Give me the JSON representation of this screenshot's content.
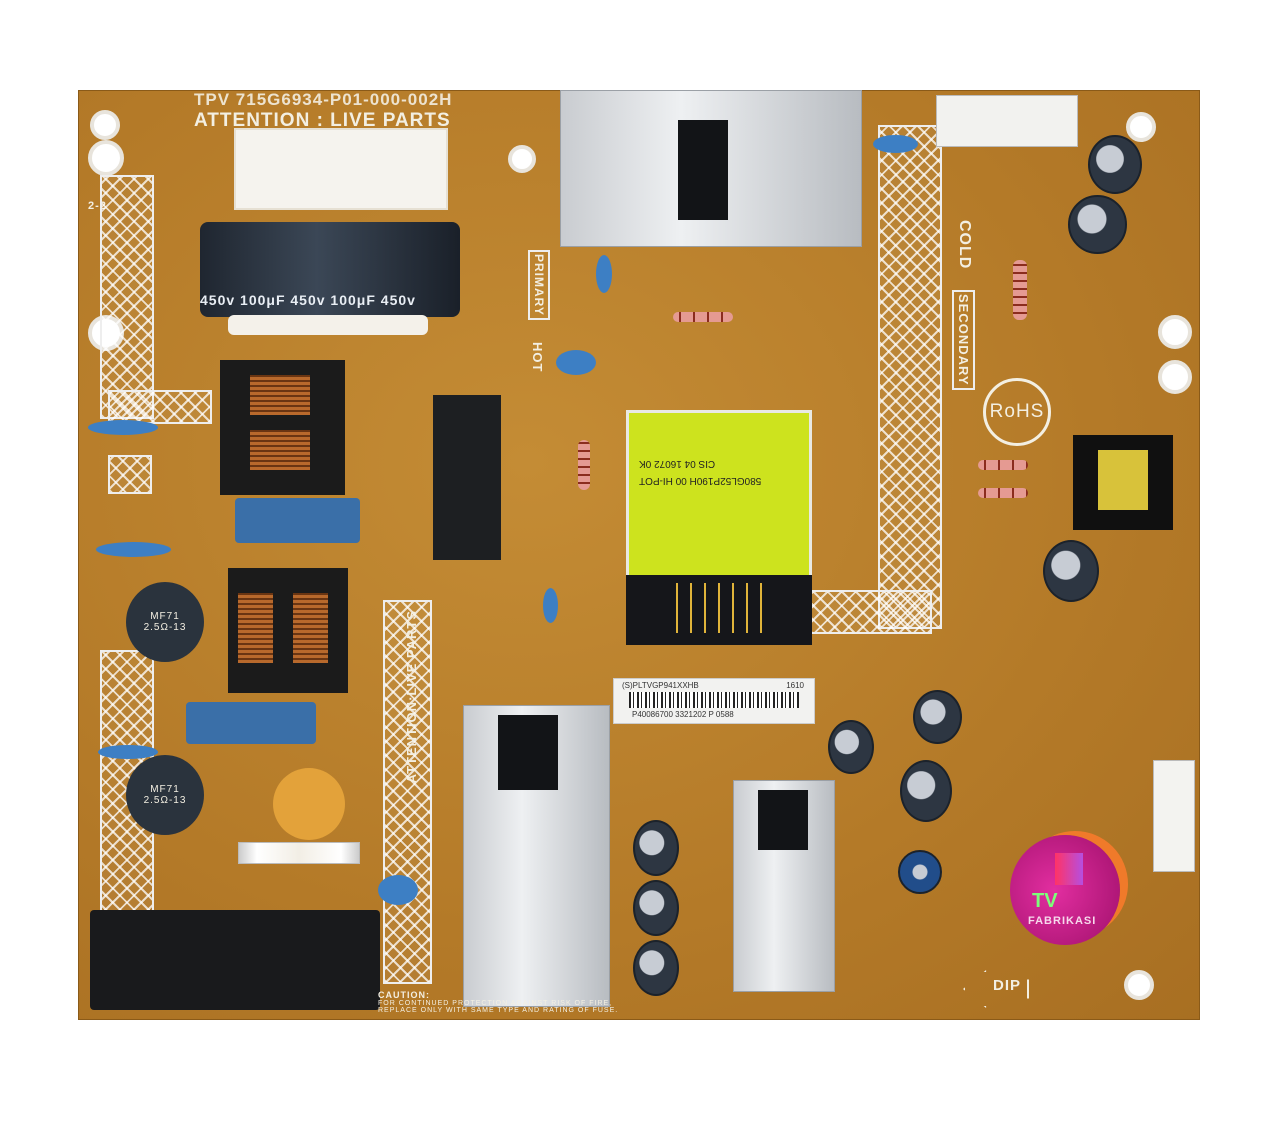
{
  "board": {
    "part_number": "TPV 715G6934-P01-000-002H",
    "warning": "ATTENTION : LIVE PARTS",
    "primary_label": "PRIMARY",
    "hot_label": "HOT",
    "cold_label": "COLD",
    "secondary_label": "SECONDARY",
    "rohs_label": "RoHS",
    "vertical_warning": "ATTENTION:LIVE PARTS",
    "dip_label": "DIP",
    "caution_title": "CAUTION:",
    "caution_line1": "FOR CONTINUED PROTECTION AGAINST RISK OF FIRE,",
    "caution_line2": "REPLACE ONLY WITH SAME TYPE AND RATING OF FUSE.",
    "corner_marks": "2-2"
  },
  "components": {
    "main_capacitor": "450v 100μF 450v 100μF 450v",
    "thermistor_1": "MF71 2.5Ω-13",
    "thermistor_2": "MF71 2.5Ω-13",
    "transformer_text_1": "CIS 04   16072   0K",
    "transformer_text_2": "580GL52P190H   00   HI-POT"
  },
  "sticker": {
    "line1": "(S)PLTVGP941XXHB",
    "code": "1610",
    "line2": "P40086700 3321202 P 0588"
  },
  "watermark": {
    "line1": "TV",
    "line2": "FABRIKASI",
    "colors": {
      "magenta": "#d21f8c",
      "orange": "#f07a2a",
      "green": "#7dff7a"
    }
  }
}
